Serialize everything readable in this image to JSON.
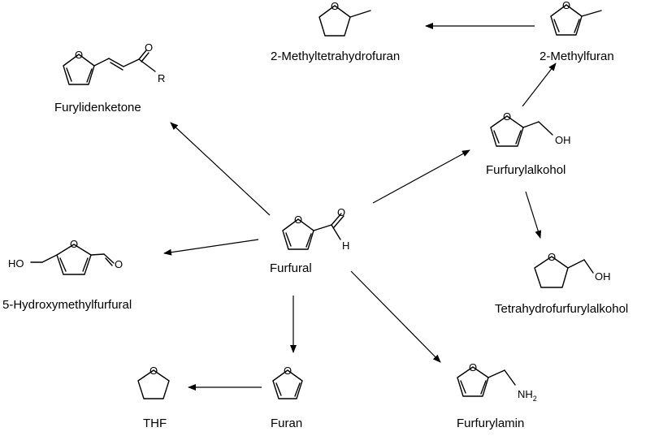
{
  "colors": {
    "background": "#ffffff",
    "ink": "#000000"
  },
  "compounds": {
    "furfural": "Furfural",
    "furylidenketone": "Furylidenketone",
    "hmf": "5-Hydroxymethylfurfural",
    "thf": "THF",
    "furan": "Furan",
    "furfurylamin": "Furfurylamin",
    "thf_alcohol": "Tetrahydrofurfurylalkohol",
    "furfurylalkohol": "Furfurylalkohol",
    "methylfuran": "2-Methylfuran",
    "methylthf": "2-Methyltetrahydrofuran"
  },
  "atoms": {
    "oxygen": "O",
    "hydrogen": "H",
    "r_group": "R",
    "hydroxyl": "OH",
    "ho_group": "HO",
    "amine": "NH",
    "amine_sub": "2"
  }
}
